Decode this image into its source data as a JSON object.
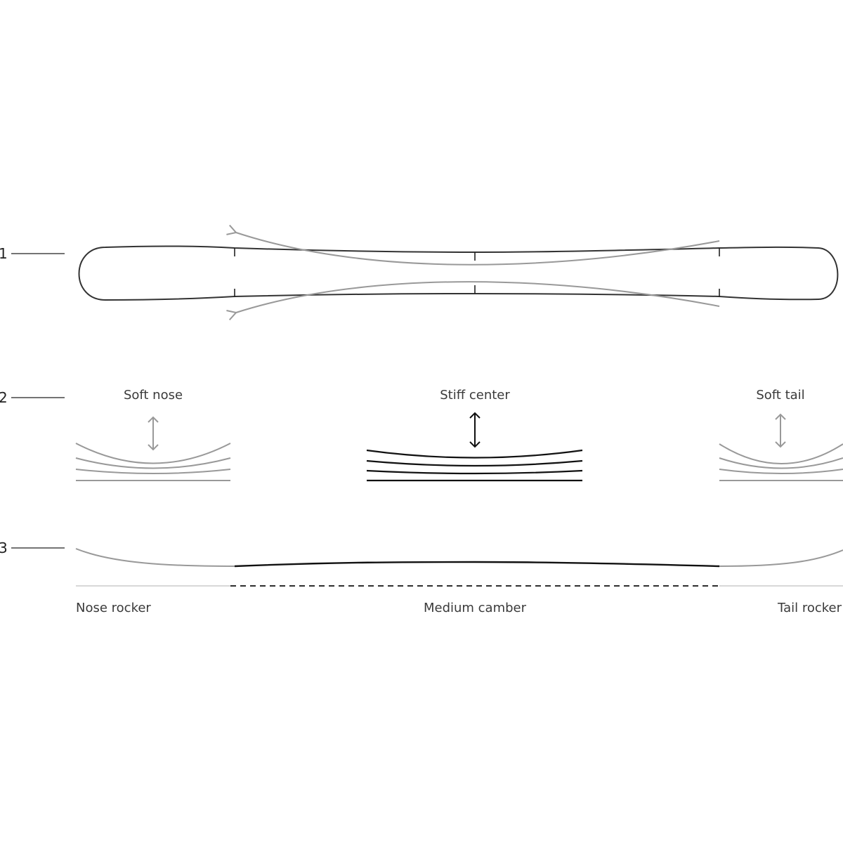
{
  "rows": [
    {
      "number": "1"
    },
    {
      "number": "2"
    },
    {
      "number": "3"
    }
  ],
  "flex": {
    "nose_label": "Soft nose",
    "center_label": "Stiff center",
    "tail_label": "Soft tail"
  },
  "profile": {
    "nose_label": "Nose rocker",
    "center_label": "Medium camber",
    "tail_label": "Tail rocker"
  },
  "colors": {
    "outline": "#333333",
    "soft": "#999999",
    "stiff": "#111111",
    "baseline": "#cccccc"
  }
}
